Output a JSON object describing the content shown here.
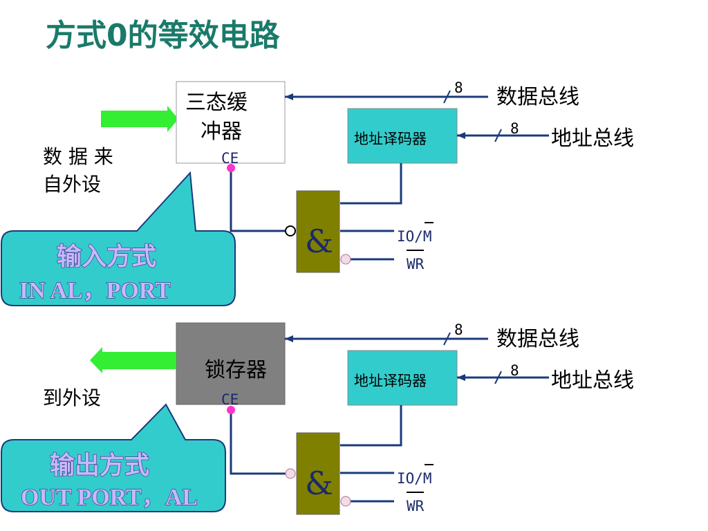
{
  "title": "方式0的等效电路",
  "top": {
    "buffer_label_line1": "三态缓",
    "buffer_label_line2": "冲器",
    "ce": "CE",
    "data_bus": "数据总线",
    "addr_bus": "地址总线",
    "decoder": "地址译码器",
    "bus_width_data": "8",
    "bus_width_addr": "8",
    "iom": "IO/M",
    "wr": "WR",
    "and_symbol": "&",
    "source_line1": "数 据 来",
    "source_line2": "自外设",
    "callout_title": "输入方式",
    "callout_sub": "IN   AL，PORT"
  },
  "bottom": {
    "latch_label": "锁存器",
    "ce": "CE",
    "data_bus": "数据总线",
    "addr_bus": "地址总线",
    "decoder": "地址译码器",
    "bus_width_data": "8",
    "bus_width_addr": "8",
    "iom": "IO/M",
    "wr": "WR",
    "and_symbol": "&",
    "dest": "到外设",
    "callout_title": "输出方式",
    "callout_sub": "OUT  PORT，AL"
  },
  "colors": {
    "title": "#1a7a6a",
    "decoder_fill": "#33cccc",
    "and_fill": "#808000",
    "latch_fill": "#808080",
    "arrow_green": "#33ee33",
    "callout_fill": "#33cccc",
    "ce_dot": "#ff33cc"
  }
}
